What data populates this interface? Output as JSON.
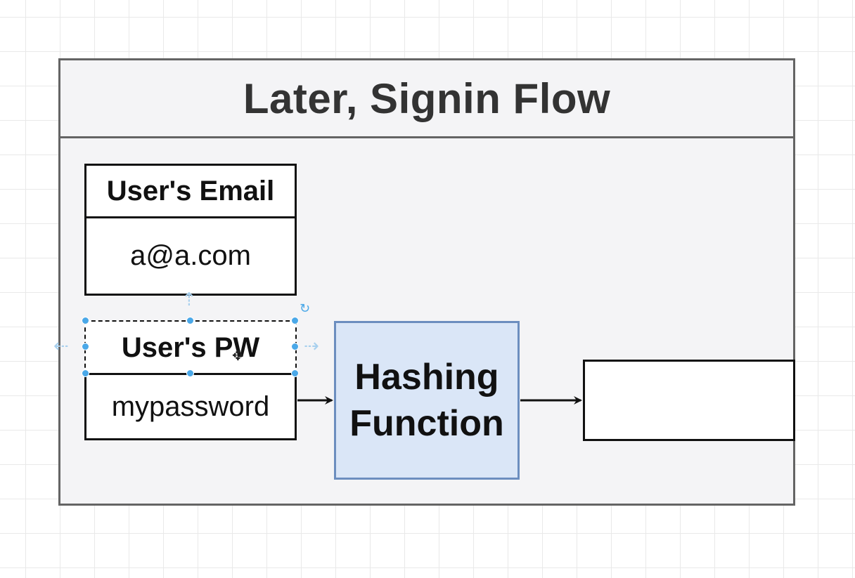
{
  "diagram": {
    "title": "Later, Signin Flow",
    "email_table": {
      "header": "User's Email",
      "value": "a@a.com"
    },
    "password_table": {
      "header": "User's PW",
      "value": "mypassword"
    },
    "hashing_box": {
      "line1": "Hashing",
      "line2": "Function"
    },
    "output_box": {
      "value": ""
    }
  },
  "colors": {
    "container_border": "#646464",
    "container_fill": "#f4f4f6",
    "hash_fill": "#dae6f7",
    "hash_border": "#6c8ebf",
    "selection_handle": "#4aa8e8"
  }
}
